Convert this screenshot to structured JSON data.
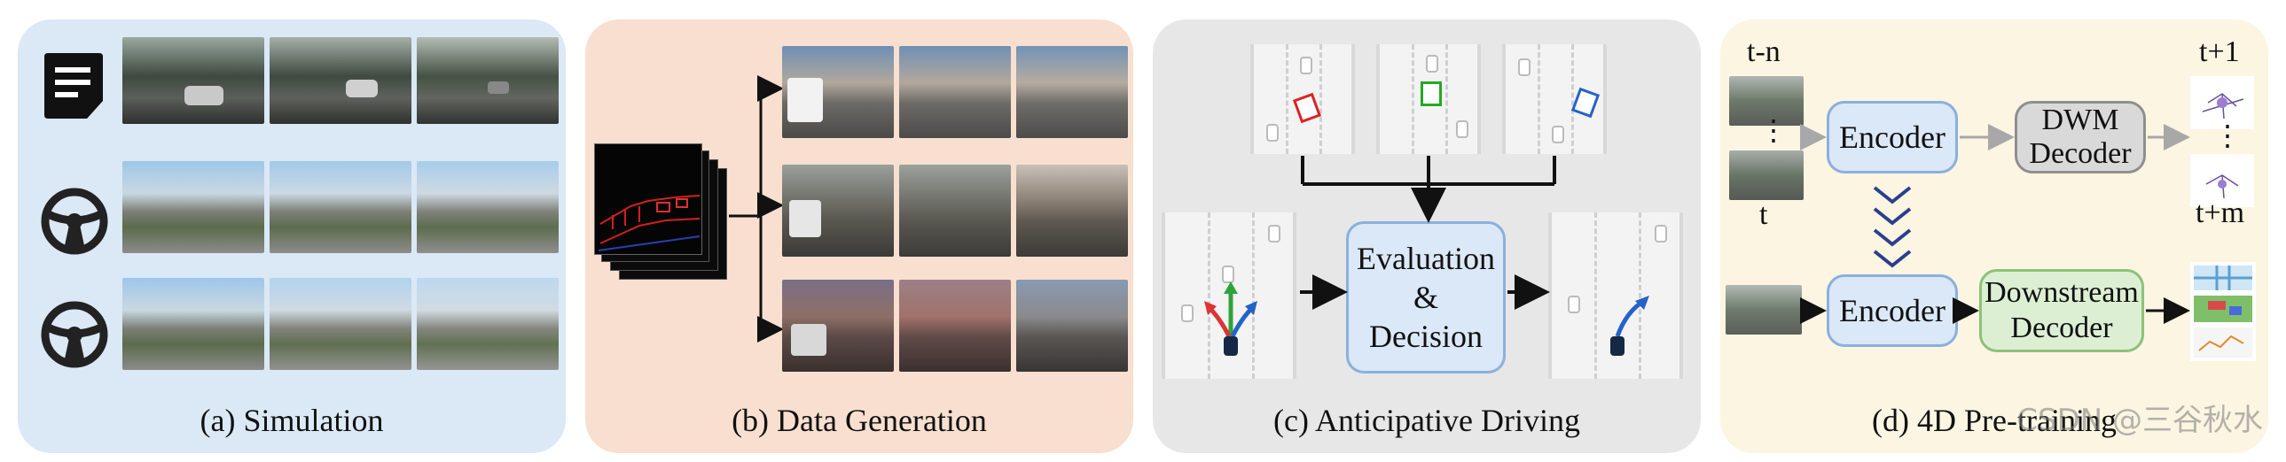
{
  "panels": {
    "a": {
      "caption": "(a) Simulation",
      "bg": "#dbe8f5"
    },
    "b": {
      "caption": "(b) Data Generation",
      "bg": "#f8dfcf"
    },
    "c": {
      "caption": "(c) Anticipative Driving",
      "bg": "#e7e7e7"
    },
    "d": {
      "caption": "(d) 4D Pre-training",
      "bg": "#fbf5e2"
    }
  },
  "anticipative": {
    "decision_box": "Evaluation\n&\nDecision"
  },
  "pretraining": {
    "encoder_top": "Encoder",
    "dwm_decoder": "DWM\nDecoder",
    "encoder_bottom": "Encoder",
    "downstream_decoder": "Downstream\nDecoder",
    "label_t_minus_n": "t-n",
    "label_t": "t",
    "label_t_plus_1": "t+1",
    "label_t_plus_m": "t+m",
    "vdots": "⋮"
  },
  "watermark": "CSDN @三谷秋水",
  "icons": [
    "document-icon",
    "steering-wheel-icon",
    "steering-wheel-icon"
  ],
  "colors": {
    "encoder_fill": "#dbe8f7",
    "encoder_border": "#8ab0dd",
    "dwm_fill": "#d9d9d9",
    "downstream_fill": "#dcefd3",
    "downstream_border": "#8cc27a",
    "chevron": "#2b3f8f"
  }
}
